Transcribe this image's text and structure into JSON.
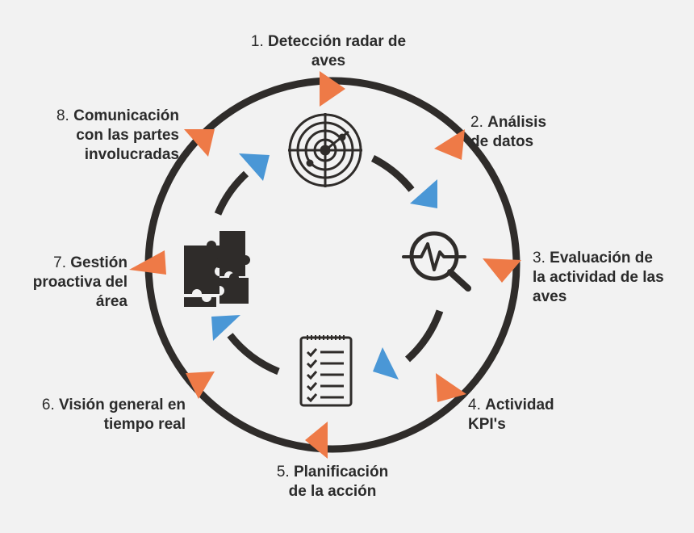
{
  "colors": {
    "background": "#f2f2f2",
    "ring": "#2f2c2a",
    "outer_arrow": "#ee7a47",
    "inner_arrow": "#4a97d6",
    "icon": "#2f2c2a"
  },
  "steps": [
    {
      "num": "1.",
      "line1": "Detección radar de",
      "line2": "aves"
    },
    {
      "num": "2.",
      "line1": "Análisis",
      "line2": "de datos"
    },
    {
      "num": "3.",
      "line1": "Evaluación de",
      "line2": "la actividad de las",
      "line3": "aves"
    },
    {
      "num": "4.",
      "line1": "Actividad",
      "line2": "KPI's"
    },
    {
      "num": "5.",
      "line1": "Planificación",
      "line2": "de la acción"
    },
    {
      "num": "6.",
      "line1": "Visión general en",
      "line2": "tiempo real"
    },
    {
      "num": "7.",
      "line1": "Gestión",
      "line2": "proactiva del",
      "line3": "área"
    },
    {
      "num": "8.",
      "line1": "Comunicación",
      "line2": "con las partes",
      "line3": "involucradas"
    }
  ],
  "icons": [
    "radar-icon",
    "pulse-magnifier-icon",
    "checklist-icon",
    "puzzle-icon"
  ]
}
